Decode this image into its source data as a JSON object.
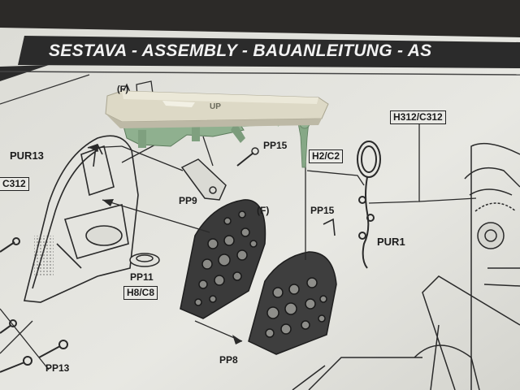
{
  "sheet": {
    "banner_title": "SESTAVA - ASSEMBLY - BAUANLEITUNG - AS",
    "stray_text": "UP",
    "labels": {
      "pur13": "PUR13",
      "c312": "C312",
      "pp9": "PP9",
      "pp15_upper": "PP15",
      "h2c2": "H2/C2",
      "h312c312": "H312/C312",
      "f_upper": "(F)",
      "f_lower": "(F)",
      "pp15_lower": "PP15",
      "pur1": "PUR1",
      "pp11": "PP11",
      "h8c8": "H8/C8",
      "pp8": "PP8",
      "pp13": "PP13"
    }
  },
  "colors": {
    "paper": "#e6e6e1",
    "banner": "#2b2b2b",
    "resin_part": "#ddd9c6",
    "green_parts": "#8fb08f",
    "line_art": "#2a2a2a",
    "background": "#2c2a28"
  }
}
